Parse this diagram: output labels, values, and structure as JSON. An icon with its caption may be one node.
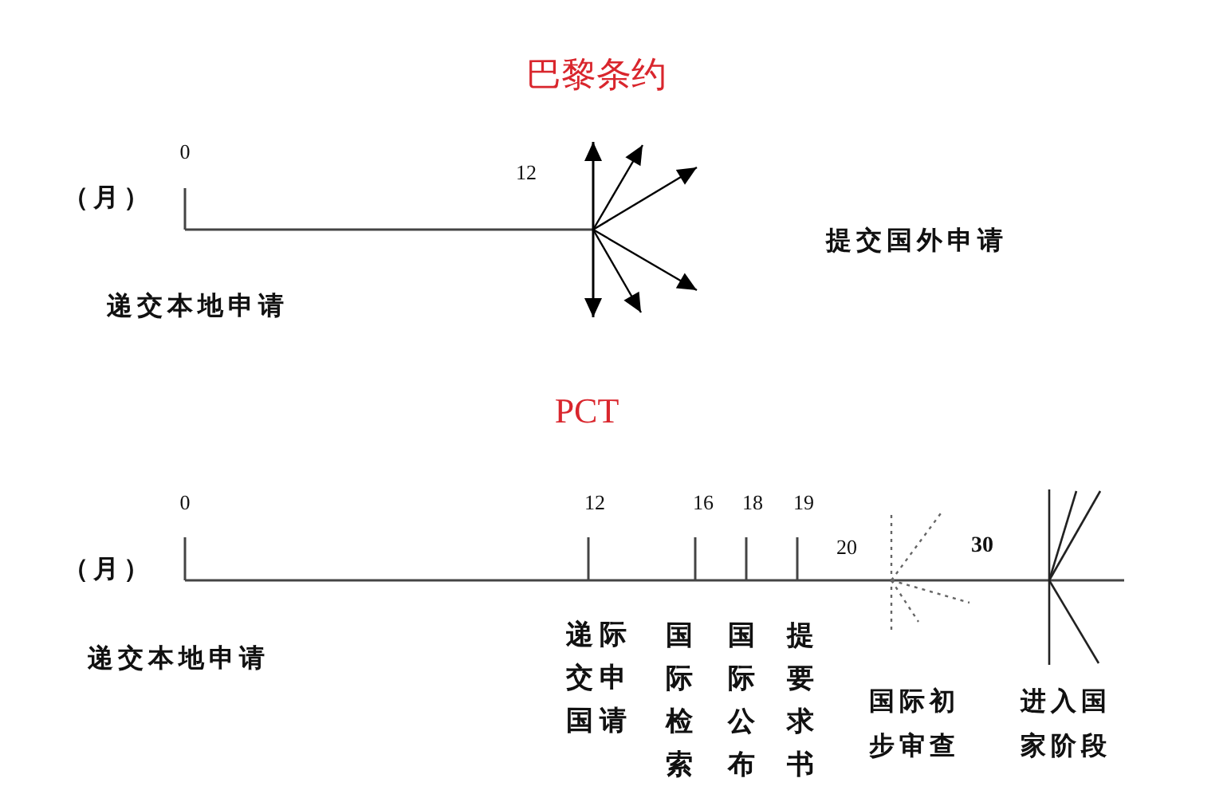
{
  "diagram": {
    "labels": [
      "巴黎条约",
      "0",
      "12",
      "（月）",
      "提交国外申请",
      "递交本地申请",
      "PCT",
      "0",
      "12",
      "16",
      "18",
      "19",
      "20",
      "30",
      "（月）",
      "递交国际申请",
      "国际检索",
      "国际公布",
      "提要求书",
      "国际初步审查",
      "进入国家阶段",
      "递交本地申请"
    ]
  }
}
